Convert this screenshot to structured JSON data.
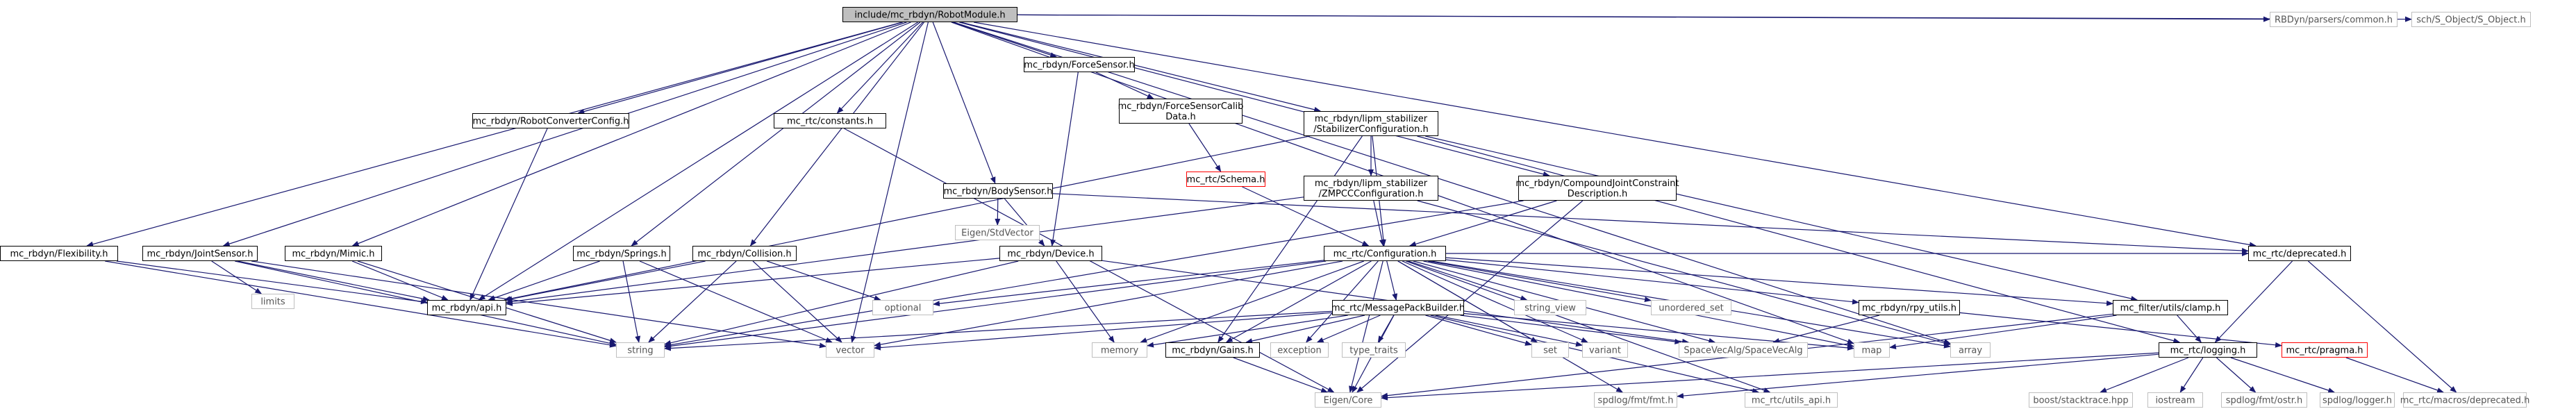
{
  "graph": {
    "colors": {
      "edge": "#191970",
      "box_border": "#000000",
      "red_border": "#ff0000",
      "grey_border": "#bfbfbf",
      "root_fill": "#bfbfbf",
      "node_fill": "#ffffff",
      "text": "#000000",
      "grey_text": "#555555"
    },
    "nodes": [
      {
        "id": "root",
        "lines": [
          "include/mc_rbdyn/RobotModule.h"
        ],
        "style": "root"
      },
      {
        "id": "rbdyn_parsers",
        "lines": [
          "RBDyn/parsers/common.h"
        ],
        "style": "grey"
      },
      {
        "id": "sch",
        "lines": [
          "sch/S_Object/S_Object.h"
        ],
        "style": "grey"
      },
      {
        "id": "forcesensor",
        "lines": [
          "mc_rbdyn/ForceSensor.h"
        ],
        "style": "box"
      },
      {
        "id": "fscalib",
        "lines": [
          "mc_rbdyn/ForceSensorCalib",
          "Data.h"
        ],
        "style": "box"
      },
      {
        "id": "stabcfg",
        "lines": [
          "mc_rbdyn/lipm_stabilizer",
          "/StabilizerConfiguration.h"
        ],
        "style": "box"
      },
      {
        "id": "robotconv",
        "lines": [
          "mc_rbdyn/RobotConverterConfig.h"
        ],
        "style": "box"
      },
      {
        "id": "constants",
        "lines": [
          "mc_rtc/constants.h"
        ],
        "style": "box"
      },
      {
        "id": "schema",
        "lines": [
          "mc_rtc/Schema.h"
        ],
        "style": "red"
      },
      {
        "id": "bodysensor",
        "lines": [
          "mc_rbdyn/BodySensor.h"
        ],
        "style": "box"
      },
      {
        "id": "zmpcc",
        "lines": [
          "mc_rbdyn/lipm_stabilizer",
          "/ZMPCCConfiguration.h"
        ],
        "style": "box"
      },
      {
        "id": "cjc",
        "lines": [
          "mc_rbdyn/CompoundJointConstraint",
          "Description.h"
        ],
        "style": "box"
      },
      {
        "id": "eigen_std",
        "lines": [
          "Eigen/StdVector"
        ],
        "style": "grey"
      },
      {
        "id": "flex",
        "lines": [
          "mc_rbdyn/Flexibility.h"
        ],
        "style": "box"
      },
      {
        "id": "jointsensor",
        "lines": [
          "mc_rbdyn/JointSensor.h"
        ],
        "style": "box"
      },
      {
        "id": "mimic",
        "lines": [
          "mc_rbdyn/Mimic.h"
        ],
        "style": "box"
      },
      {
        "id": "springs",
        "lines": [
          "mc_rbdyn/Springs.h"
        ],
        "style": "box"
      },
      {
        "id": "collision",
        "lines": [
          "mc_rbdyn/Collision.h"
        ],
        "style": "box"
      },
      {
        "id": "device",
        "lines": [
          "mc_rbdyn/Device.h"
        ],
        "style": "box"
      },
      {
        "id": "configuration",
        "lines": [
          "mc_rtc/Configuration.h"
        ],
        "style": "box"
      },
      {
        "id": "deprecated",
        "lines": [
          "mc_rtc/deprecated.h"
        ],
        "style": "box"
      },
      {
        "id": "limits",
        "lines": [
          "limits"
        ],
        "style": "grey"
      },
      {
        "id": "api",
        "lines": [
          "mc_rbdyn/api.h"
        ],
        "style": "box"
      },
      {
        "id": "optional",
        "lines": [
          "optional"
        ],
        "style": "grey"
      },
      {
        "id": "string_view",
        "lines": [
          "string_view"
        ],
        "style": "grey"
      },
      {
        "id": "unordered_set",
        "lines": [
          "unordered_set"
        ],
        "style": "grey"
      },
      {
        "id": "clamp",
        "lines": [
          "mc_filter/utils/clamp.h"
        ],
        "style": "box"
      },
      {
        "id": "rpy",
        "lines": [
          "mc_rbdyn/rpy_utils.h"
        ],
        "style": "box"
      },
      {
        "id": "mpb",
        "lines": [
          "mc_rtc/MessagePackBuilder.h"
        ],
        "style": "box"
      },
      {
        "id": "string",
        "lines": [
          "string"
        ],
        "style": "grey"
      },
      {
        "id": "vector",
        "lines": [
          "vector"
        ],
        "style": "grey"
      },
      {
        "id": "memory",
        "lines": [
          "memory"
        ],
        "style": "grey"
      },
      {
        "id": "gains",
        "lines": [
          "mc_rbdyn/Gains.h"
        ],
        "style": "box"
      },
      {
        "id": "exception",
        "lines": [
          "exception"
        ],
        "style": "grey"
      },
      {
        "id": "type_traits",
        "lines": [
          "type_traits"
        ],
        "style": "grey"
      },
      {
        "id": "set",
        "lines": [
          "set"
        ],
        "style": "grey"
      },
      {
        "id": "variant",
        "lines": [
          "variant"
        ],
        "style": "grey"
      },
      {
        "id": "svalg",
        "lines": [
          "SpaceVecAlg/SpaceVecAlg"
        ],
        "style": "grey"
      },
      {
        "id": "map",
        "lines": [
          "map"
        ],
        "style": "grey"
      },
      {
        "id": "array",
        "lines": [
          "array"
        ],
        "style": "grey"
      },
      {
        "id": "logging",
        "lines": [
          "mc_rtc/logging.h"
        ],
        "style": "box"
      },
      {
        "id": "pragma",
        "lines": [
          "mc_rtc/pragma.h"
        ],
        "style": "red"
      },
      {
        "id": "eigen_core",
        "lines": [
          "Eigen/Core"
        ],
        "style": "grey"
      },
      {
        "id": "spdlog_fmt",
        "lines": [
          "spdlog/fmt/fmt.h"
        ],
        "style": "grey"
      },
      {
        "id": "utils_api",
        "lines": [
          "mc_rtc/utils_api.h"
        ],
        "style": "grey"
      },
      {
        "id": "stacktrace",
        "lines": [
          "boost/stacktrace.hpp"
        ],
        "style": "grey"
      },
      {
        "id": "iostream",
        "lines": [
          "iostream"
        ],
        "style": "grey"
      },
      {
        "id": "ostr",
        "lines": [
          "spdlog/fmt/ostr.h"
        ],
        "style": "grey"
      },
      {
        "id": "logger",
        "lines": [
          "spdlog/logger.h"
        ],
        "style": "grey"
      },
      {
        "id": "macros_dep",
        "lines": [
          "mc_rtc/macros/deprecated.h"
        ],
        "style": "grey"
      }
    ],
    "edges": [
      [
        "root",
        "rbdyn_parsers"
      ],
      [
        "root",
        "sch"
      ],
      [
        "root",
        "forcesensor"
      ],
      [
        "root",
        "stabcfg"
      ],
      [
        "root",
        "robotconv"
      ],
      [
        "root",
        "constants"
      ],
      [
        "root",
        "bodysensor"
      ],
      [
        "root",
        "cjc"
      ],
      [
        "root",
        "flex"
      ],
      [
        "root",
        "jointsensor"
      ],
      [
        "root",
        "mimic"
      ],
      [
        "root",
        "springs"
      ],
      [
        "root",
        "collision"
      ],
      [
        "root",
        "api"
      ],
      [
        "root",
        "vector"
      ],
      [
        "root",
        "deprecated"
      ],
      [
        "root",
        "map"
      ],
      [
        "root",
        "array"
      ],
      [
        "forcesensor",
        "fscalib"
      ],
      [
        "forcesensor",
        "device"
      ],
      [
        "fscalib",
        "schema"
      ],
      [
        "stabcfg",
        "zmpcc"
      ],
      [
        "stabcfg",
        "configuration"
      ],
      [
        "stabcfg",
        "api"
      ],
      [
        "stabcfg",
        "clamp"
      ],
      [
        "stabcfg",
        "gains"
      ],
      [
        "stabcfg",
        "logging"
      ],
      [
        "robotconv",
        "api"
      ],
      [
        "constants",
        "eigen_core"
      ],
      [
        "schema",
        "configuration"
      ],
      [
        "bodysensor",
        "eigen_std"
      ],
      [
        "bodysensor",
        "device"
      ],
      [
        "bodysensor",
        "deprecated"
      ],
      [
        "zmpcc",
        "configuration"
      ],
      [
        "zmpcc",
        "api"
      ],
      [
        "zmpcc",
        "array"
      ],
      [
        "cjc",
        "configuration"
      ],
      [
        "cjc",
        "string"
      ],
      [
        "cjc",
        "eigen_core"
      ],
      [
        "flex",
        "api"
      ],
      [
        "flex",
        "string"
      ],
      [
        "jointsensor",
        "api"
      ],
      [
        "jointsensor",
        "limits"
      ],
      [
        "jointsensor",
        "string"
      ],
      [
        "jointsensor",
        "vector"
      ],
      [
        "mimic",
        "api"
      ],
      [
        "mimic",
        "string"
      ],
      [
        "springs",
        "api"
      ],
      [
        "springs",
        "string"
      ],
      [
        "springs",
        "vector"
      ],
      [
        "collision",
        "api"
      ],
      [
        "collision",
        "optional"
      ],
      [
        "collision",
        "string"
      ],
      [
        "collision",
        "vector"
      ],
      [
        "device",
        "api"
      ],
      [
        "device",
        "memory"
      ],
      [
        "device",
        "string"
      ],
      [
        "device",
        "svalg"
      ],
      [
        "configuration",
        "deprecated"
      ],
      [
        "configuration",
        "optional"
      ],
      [
        "configuration",
        "string_view"
      ],
      [
        "configuration",
        "unordered_set"
      ],
      [
        "configuration",
        "clamp"
      ],
      [
        "configuration",
        "rpy"
      ],
      [
        "configuration",
        "mpb"
      ],
      [
        "configuration",
        "string"
      ],
      [
        "configuration",
        "vector"
      ],
      [
        "configuration",
        "memory"
      ],
      [
        "configuration",
        "gains"
      ],
      [
        "configuration",
        "exception"
      ],
      [
        "configuration",
        "set"
      ],
      [
        "configuration",
        "variant"
      ],
      [
        "configuration",
        "svalg"
      ],
      [
        "configuration",
        "map"
      ],
      [
        "configuration",
        "array"
      ],
      [
        "configuration",
        "eigen_core"
      ],
      [
        "configuration",
        "spdlog_fmt"
      ],
      [
        "configuration",
        "utils_api"
      ],
      [
        "deprecated",
        "logging"
      ],
      [
        "deprecated",
        "macros_dep"
      ],
      [
        "clamp",
        "map"
      ],
      [
        "clamp",
        "logging"
      ],
      [
        "clamp",
        "eigen_core"
      ],
      [
        "rpy",
        "svalg"
      ],
      [
        "rpy",
        "pragma"
      ],
      [
        "mpb",
        "string"
      ],
      [
        "mpb",
        "vector"
      ],
      [
        "mpb",
        "memory"
      ],
      [
        "mpb",
        "gains"
      ],
      [
        "mpb",
        "exception"
      ],
      [
        "mpb",
        "type_traits"
      ],
      [
        "mpb",
        "set"
      ],
      [
        "mpb",
        "variant"
      ],
      [
        "mpb",
        "svalg"
      ],
      [
        "mpb",
        "map"
      ],
      [
        "mpb",
        "eigen_core"
      ],
      [
        "mpb",
        "utils_api"
      ],
      [
        "gains",
        "eigen_core"
      ],
      [
        "logging",
        "eigen_core"
      ],
      [
        "logging",
        "spdlog_fmt"
      ],
      [
        "logging",
        "stacktrace"
      ],
      [
        "logging",
        "iostream"
      ],
      [
        "logging",
        "ostr"
      ],
      [
        "logging",
        "logger"
      ],
      [
        "pragma",
        "macros_dep"
      ]
    ]
  }
}
